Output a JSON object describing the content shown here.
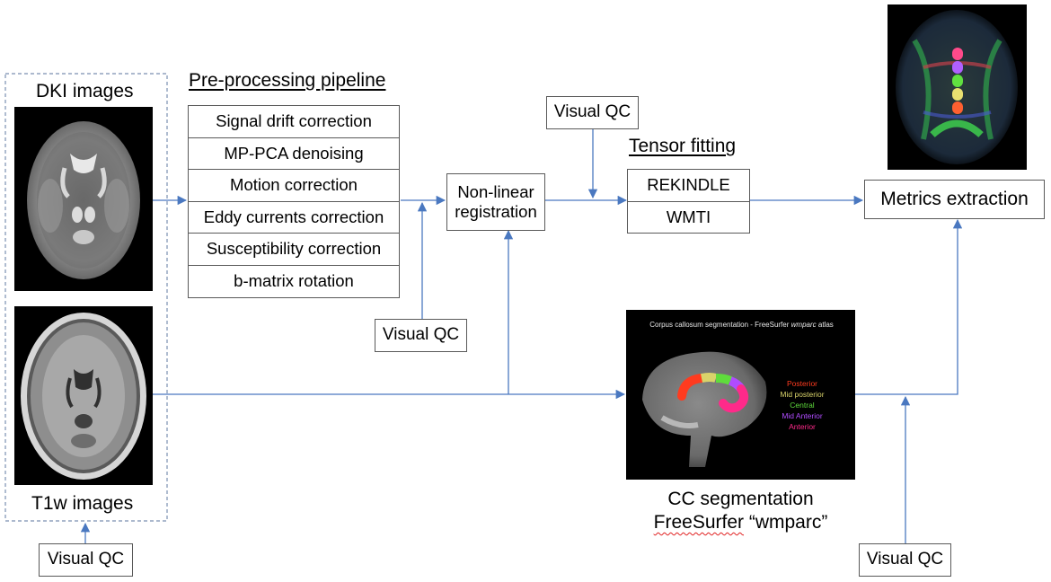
{
  "inputs": {
    "dki_label": "DKI images",
    "t1w_label": "T1w images",
    "qc_label": "Visual QC"
  },
  "preprocessing": {
    "title": "Pre-processing pipeline",
    "steps": [
      "Signal drift correction",
      "MP-PCA denoising",
      "Motion correction",
      "Eddy currents correction",
      "Susceptibility correction",
      "b-matrix rotation"
    ],
    "qc_label": "Visual QC"
  },
  "registration": {
    "label_line1": "Non-linear",
    "label_line2": "registration",
    "qc_label": "Visual QC"
  },
  "tensor_fitting": {
    "title": "Tensor fitting",
    "models": [
      "REKINDLE",
      "WMTI"
    ]
  },
  "metrics": {
    "label": "Metrics extraction"
  },
  "segmentation": {
    "figure_title": "Corpus callosum segmentation - FreeSurfer ",
    "figure_title_italic": "wmparc",
    "figure_title_end": " atlas",
    "legend": [
      {
        "label": "Posterior",
        "color": "#ff3b1f"
      },
      {
        "label": "Mid posterior",
        "color": "#d9d36a"
      },
      {
        "label": "Central",
        "color": "#5fdc3c"
      },
      {
        "label": "Mid Anterior",
        "color": "#b04cff"
      },
      {
        "label": "Anterior",
        "color": "#ff2a8a"
      }
    ],
    "caption_line1": "CC segmentation",
    "caption_line2_word": "FreeSurfer",
    "caption_line2_rest": " “wmparc”",
    "qc_label": "Visual QC"
  },
  "colors": {
    "arrow": "#4a78c0",
    "box_border": "#595959"
  }
}
